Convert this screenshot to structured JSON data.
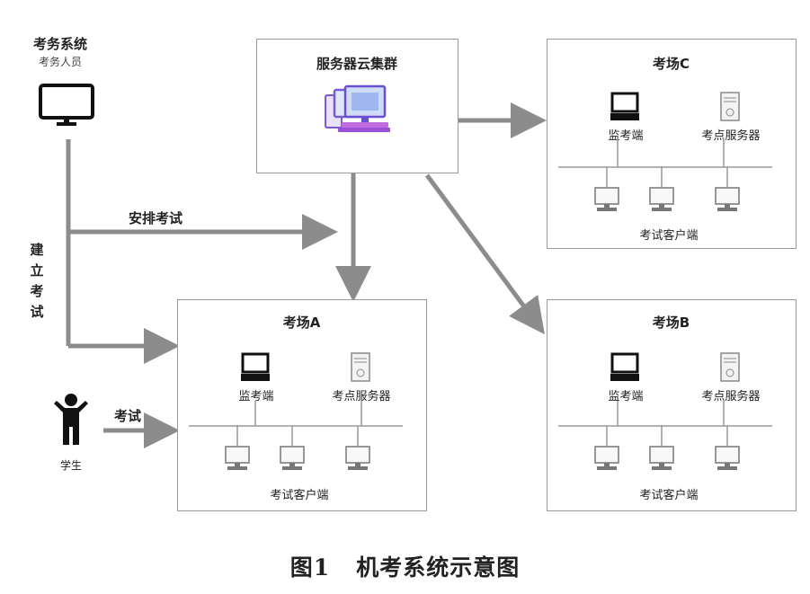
{
  "admin": {
    "title": "考务系统",
    "subtitle": "考务人员",
    "icon": "monitor-icon"
  },
  "cloud": {
    "title": "服务器云集群",
    "icon": "server-cluster-icon"
  },
  "student": {
    "label": "学生",
    "icon": "person-icon"
  },
  "edges": {
    "arrange": "安排考试",
    "build": [
      "建",
      "立",
      "考",
      "试"
    ],
    "take_exam": "考试"
  },
  "sites": {
    "a": {
      "title": "考场A",
      "monitor_label": "监考端",
      "server_label": "考点服务器",
      "clients_label": "考试客户端"
    },
    "b": {
      "title": "考场B",
      "monitor_label": "监考端",
      "server_label": "考点服务器",
      "clients_label": "考试客户端"
    },
    "c": {
      "title": "考场C",
      "monitor_label": "监考端",
      "server_label": "考点服务器",
      "clients_label": "考试客户端"
    }
  },
  "caption": "图1   机考系统示意图",
  "colors": {
    "arrow": "#8c8c8c",
    "border": "#9a9a9a",
    "cluster_accent": "#7a5bd6"
  }
}
